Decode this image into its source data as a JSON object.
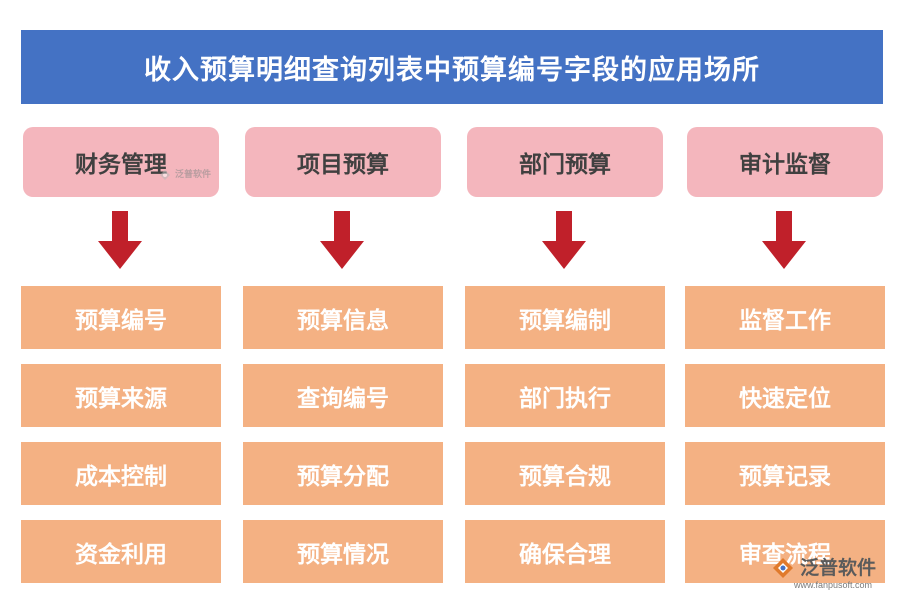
{
  "title": "收入预算明细查询列表中预算编号字段的应用场所",
  "colors": {
    "title_bg": "#4472c4",
    "category_bg": "#f4b6bd",
    "item_bg": "#f4b183",
    "arrow": "#c0202a"
  },
  "columns": [
    {
      "category": "财务管理",
      "items": [
        "预算编号",
        "预算来源",
        "成本控制",
        "资金利用"
      ]
    },
    {
      "category": "项目预算",
      "items": [
        "预算信息",
        "查询编号",
        "预算分配",
        "预算情况"
      ]
    },
    {
      "category": "部门预算",
      "items": [
        "预算编制",
        "部门执行",
        "预算合规",
        "确保合理"
      ]
    },
    {
      "category": "审计监督",
      "items": [
        "监督工作",
        "快速定位",
        "预算记录",
        "审查流程"
      ]
    }
  ],
  "watermark": {
    "brand": "泛普软件",
    "url": "www.fanpusoft.com"
  }
}
